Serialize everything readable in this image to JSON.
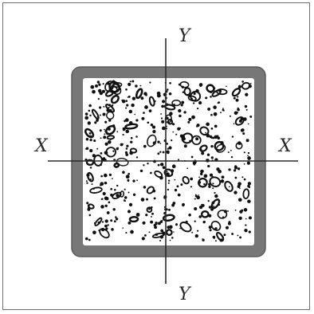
{
  "diagram": {
    "labels": {
      "y_top": "Y",
      "y_bottom": "Y",
      "x_left": "X",
      "x_right": "X"
    },
    "colors": {
      "tube_wall": "#777777",
      "tube_wall_outline": "#5a5a5a",
      "core": "#ffffff",
      "aggregate": "#111111",
      "axis": "#2a2a2a"
    }
  }
}
